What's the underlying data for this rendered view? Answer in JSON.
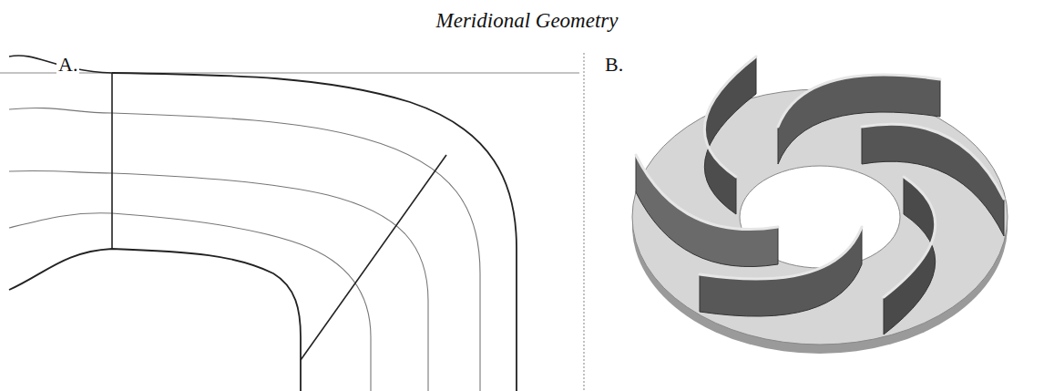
{
  "diagram": {
    "title": "Meridional Geometry",
    "labels": [
      "A.",
      "B."
    ]
  }
}
